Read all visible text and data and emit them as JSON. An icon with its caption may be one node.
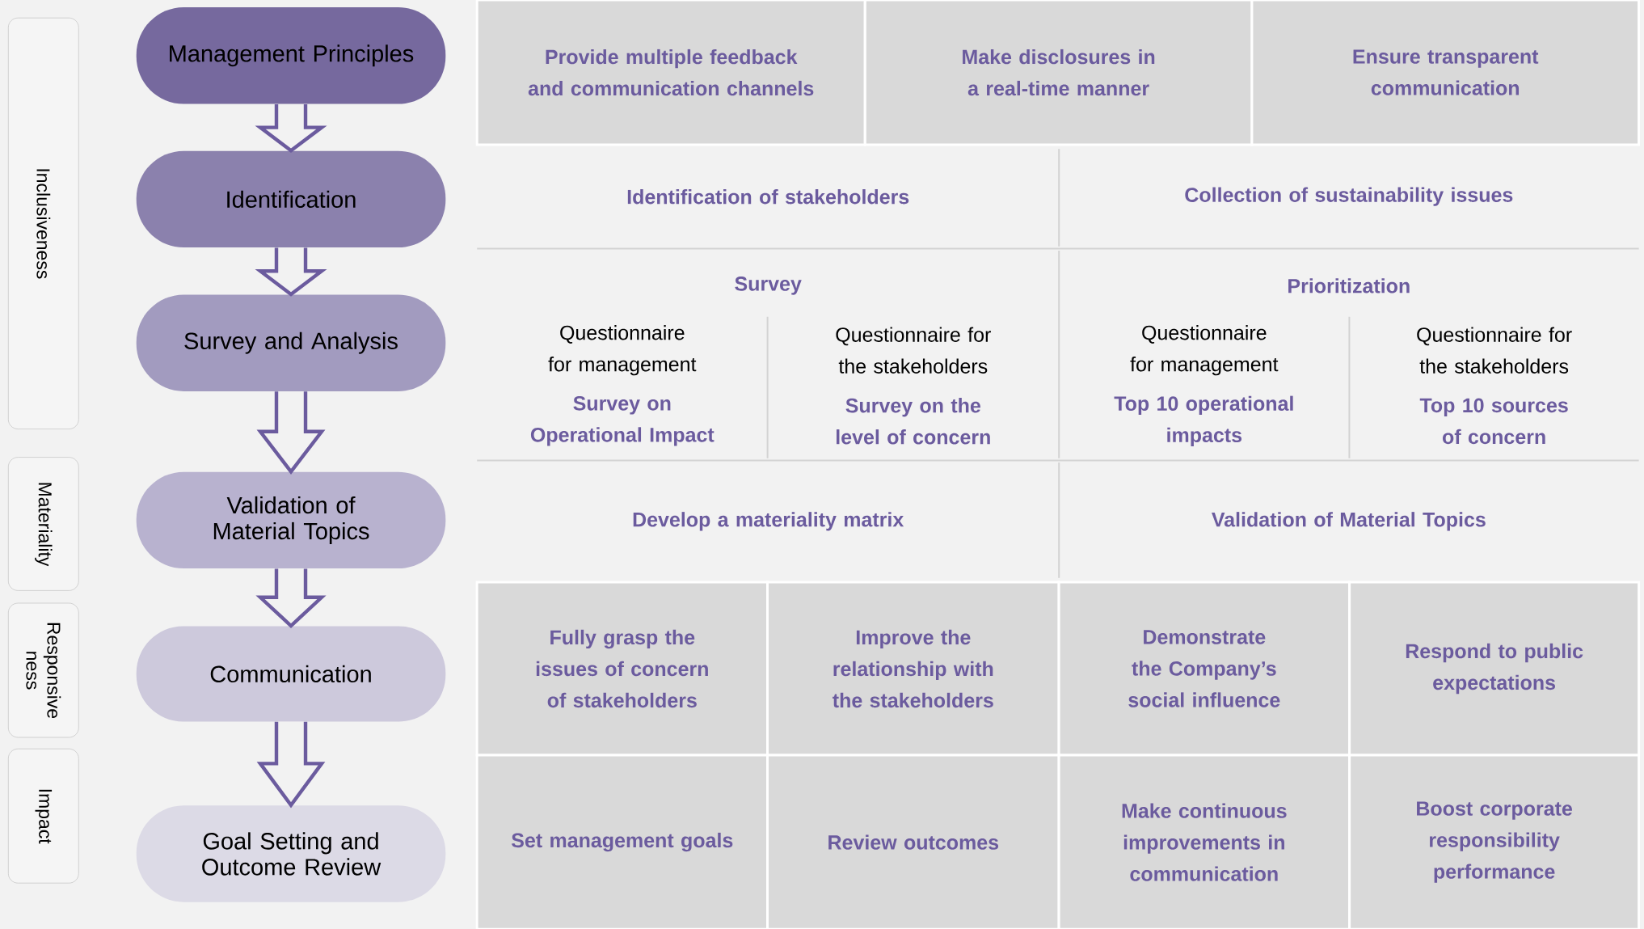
{
  "diagram": {
    "nodes": [
      {
        "text": [
          "Management Principles"
        ]
      },
      {
        "text": [
          "Identification"
        ]
      },
      {
        "text": [
          "Survey and Analysis"
        ]
      },
      {
        "text": [
          "Validation of Material Topics"
        ]
      },
      {
        "text": [
          "Communication"
        ]
      },
      {
        "text": [
          "Goal Setting and Outcome Review"
        ]
      },
      {
        "text": [
          "Inclusiveness"
        ]
      },
      {
        "text": [
          "Materiality"
        ]
      },
      {
        "text": [
          "Responsive ness"
        ]
      },
      {
        "text": [
          "Impact"
        ]
      }
    ],
    "edges": [
      {
        "from": 0,
        "to": 1,
        "arrow": "to"
      },
      {
        "from": 1,
        "to": 2,
        "arrow": "to"
      },
      {
        "from": 2,
        "to": 3,
        "arrow": "to"
      },
      {
        "from": 3,
        "to": 4,
        "arrow": "to"
      },
      {
        "from": 4,
        "to": 5,
        "arrow": "to"
      }
    ],
    "labels": [
      "Provide multiple feedback and communication channels",
      "Make disclosures in a real-time manner",
      "Ensure transparent communication",
      "Identification of stakeholders",
      "Collection of sustainability issues",
      "Survey",
      "Prioritization",
      "Questionnaire for management",
      "Questionnaire for the stakeholders",
      "Questionnaire for management",
      "Questionnaire for the stakeholders",
      "Survey on Operational Impact",
      "Survey on the level of concern",
      "Top 10 operational impacts",
      "Top 10 sources of concern",
      "Develop a materiality matrix",
      "Validation of Material Topics",
      "Fully grasp the issues of concern of stakeholders",
      "Improve the relationship with the stakeholders",
      "Demonstrate the Company’s social influence",
      "Respond to public expectations",
      "Set management goals",
      "Review outcomes",
      "Make continuous improvements in communication",
      "Boost corporate responsibility performance"
    ]
  }
}
